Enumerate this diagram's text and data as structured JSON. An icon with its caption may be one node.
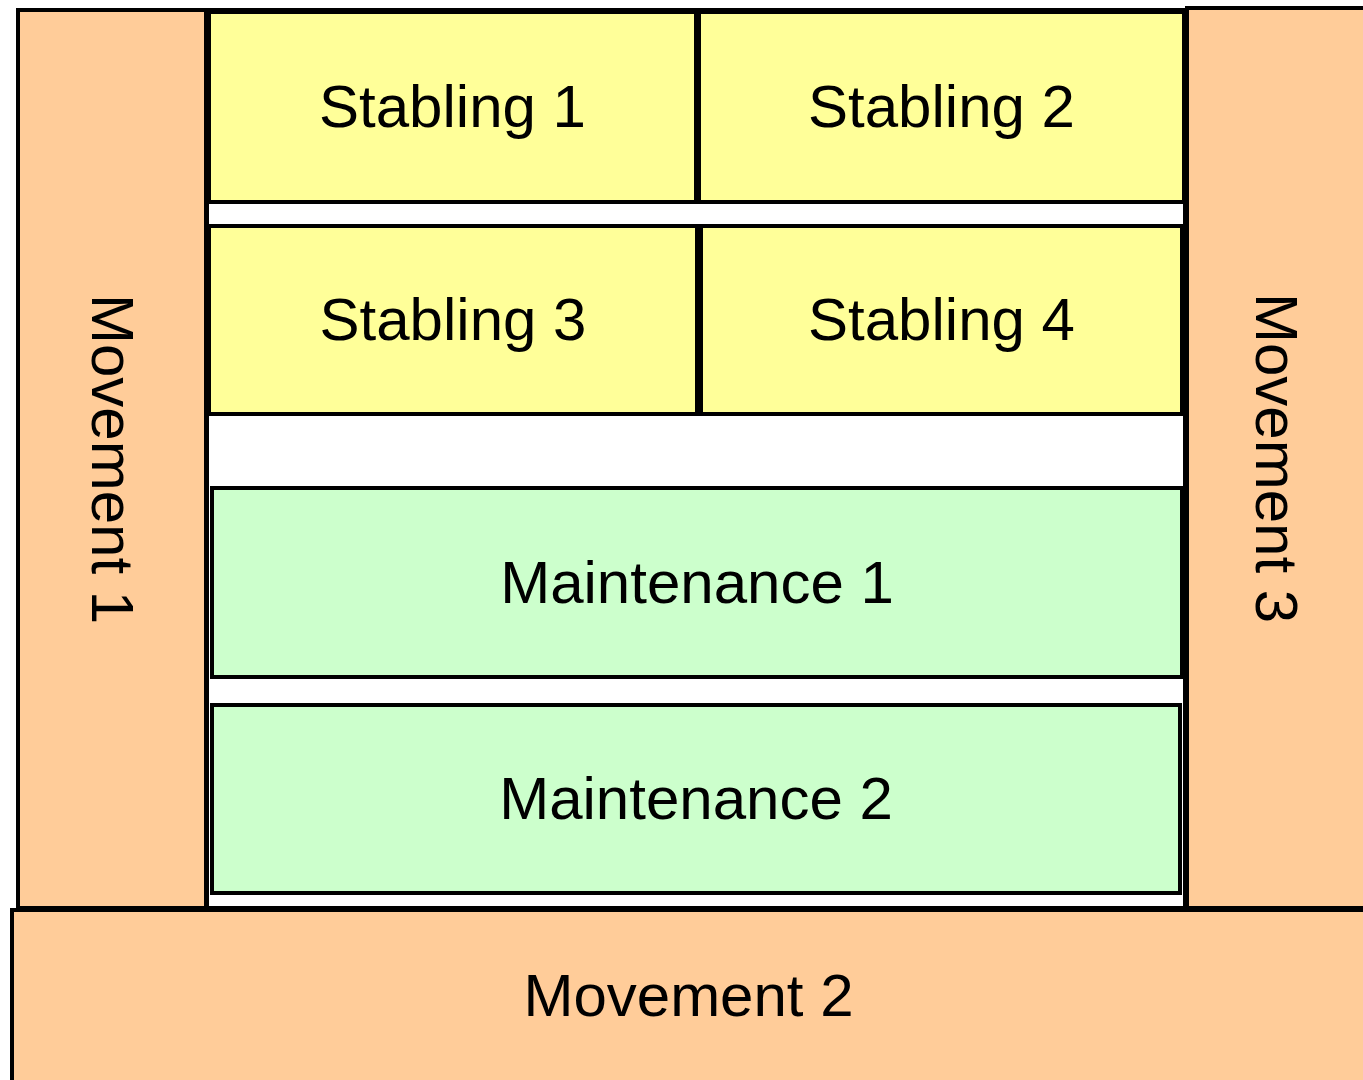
{
  "diagram": {
    "nodes": [
      {
        "text": [
          "Movement 1"
        ]
      },
      {
        "text": [
          "Stabling 1"
        ]
      },
      {
        "text": [
          "Stabling 2"
        ]
      },
      {
        "text": [
          "Stabling 3"
        ]
      },
      {
        "text": [
          "Stabling 4"
        ]
      },
      {
        "text": [
          "Movement 3"
        ]
      },
      {
        "text": [
          "Maintenance 1"
        ]
      },
      {
        "text": [
          "Maintenance 2"
        ]
      },
      {
        "text": [
          "Movement 2"
        ]
      }
    ]
  }
}
